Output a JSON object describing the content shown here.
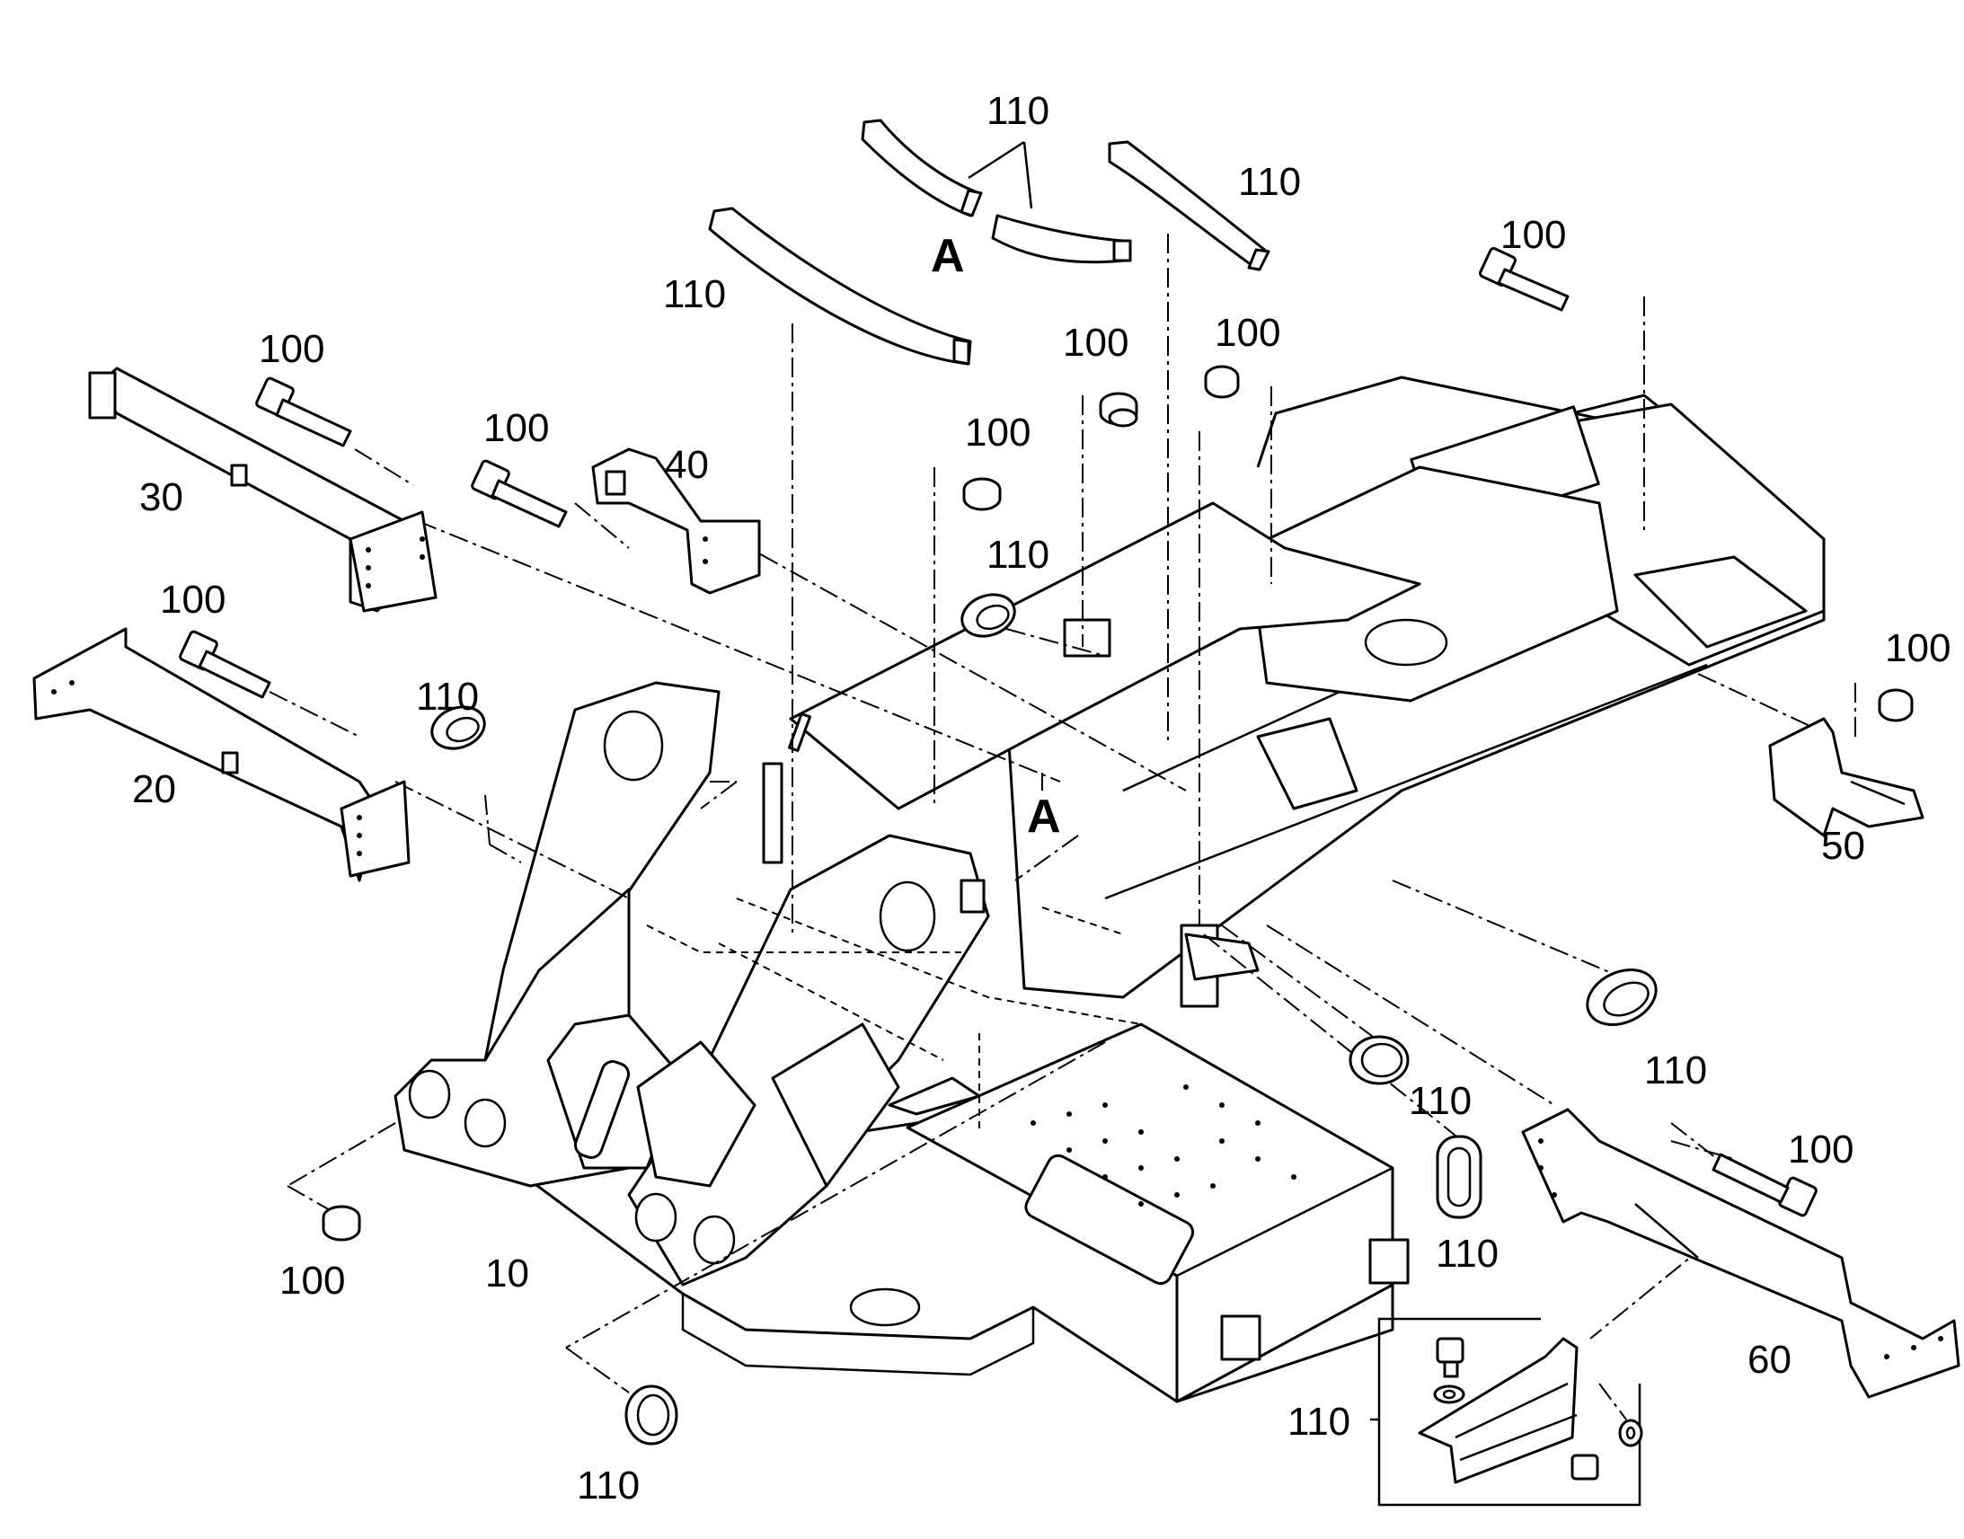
{
  "labels": {
    "p10": "10",
    "p20": "20",
    "p30": "30",
    "p40": "40",
    "p50": "50",
    "p60": "60",
    "p100": "100",
    "p110": "110",
    "view_a": "A"
  }
}
